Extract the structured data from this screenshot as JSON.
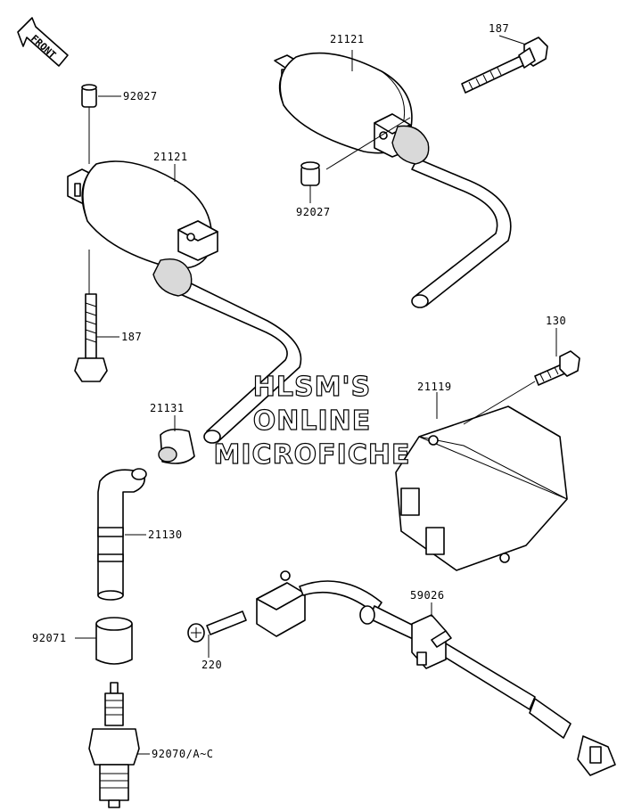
{
  "direction": {
    "label": "FRONT"
  },
  "watermark": {
    "line1": "HLSM'S",
    "line2": "ONLINE",
    "line3": "MICROFICHE"
  },
  "parts": [
    {
      "id": "p-21121-top",
      "number": "21121"
    },
    {
      "id": "p-187-top",
      "number": "187"
    },
    {
      "id": "p-92027-left",
      "number": "92027"
    },
    {
      "id": "p-21121-left",
      "number": "21121"
    },
    {
      "id": "p-92027-mid",
      "number": "92027"
    },
    {
      "id": "p-187-left",
      "number": "187"
    },
    {
      "id": "p-130",
      "number": "130"
    },
    {
      "id": "p-21119",
      "number": "21119"
    },
    {
      "id": "p-21131",
      "number": "21131"
    },
    {
      "id": "p-21130",
      "number": "21130"
    },
    {
      "id": "p-59026",
      "number": "59026"
    },
    {
      "id": "p-92071",
      "number": "92071"
    },
    {
      "id": "p-220",
      "number": "220"
    },
    {
      "id": "p-92070",
      "number": "92070/A~C"
    }
  ]
}
